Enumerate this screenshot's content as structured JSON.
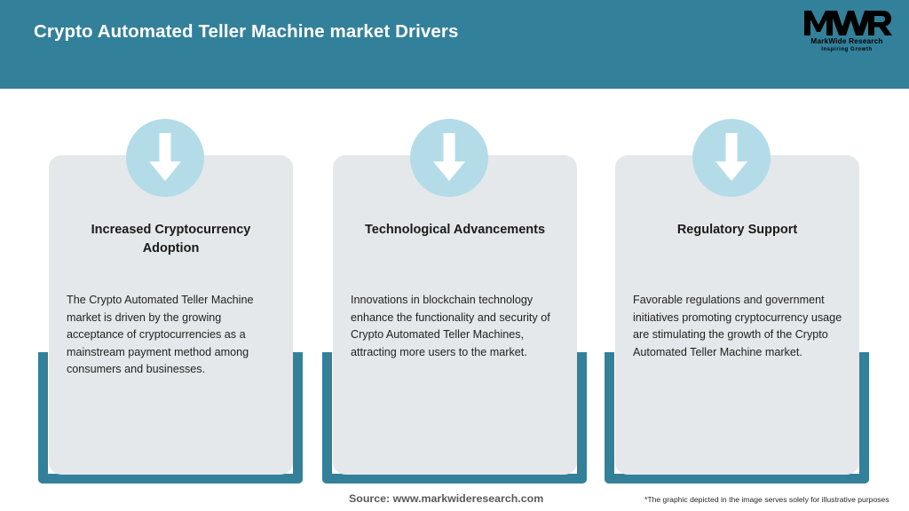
{
  "header": {
    "title": "Crypto Automated Teller Machine market Drivers",
    "background_color": "#33809A",
    "title_color": "#FFFFFF",
    "logo": {
      "mark": "MWR",
      "name": "MarkWide Research",
      "tagline": "Inspiring Growth"
    }
  },
  "theme": {
    "accent_teal": "#33809A",
    "card_gray": "#E4E8EA",
    "badge_blue": "#B4DCE8",
    "arrow_white": "#FFFFFF",
    "page_background": "#FFFFFF"
  },
  "cards": [
    {
      "icon": "down-arrow-icon",
      "title": "Increased Cryptocurrency Adoption",
      "body": "The Crypto Automated Teller Machine market is driven by the growing acceptance of cryptocurrencies as a mainstream payment method among consumers and businesses."
    },
    {
      "icon": "down-arrow-icon",
      "title": "Technological Advancements",
      "body": "Innovations in blockchain technology enhance the functionality and security of Crypto Automated Teller Machines, attracting more users to the market."
    },
    {
      "icon": "down-arrow-icon",
      "title": "Regulatory Support",
      "body": "Favorable regulations and government initiatives promoting cryptocurrency usage are stimulating the growth of the Crypto Automated Teller Machine market."
    }
  ],
  "footer": {
    "source": "Source: www.markwideresearch.com",
    "disclaimer": "*The graphic depicted in the image serves solely for illustrative purposes"
  }
}
